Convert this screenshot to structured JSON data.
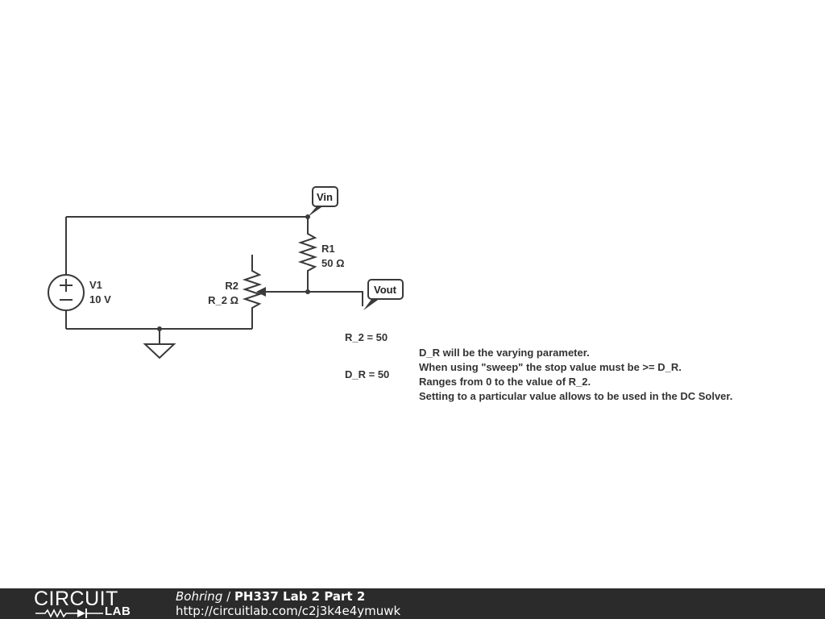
{
  "schematic": {
    "flags": {
      "vin": "Vin",
      "vout": "Vout"
    },
    "components": {
      "v1": {
        "name": "V1",
        "value": "10 V"
      },
      "r1": {
        "name": "R1",
        "value": "50 Ω"
      },
      "r2": {
        "name": "R2",
        "value": "R_2 Ω"
      }
    },
    "params": {
      "r2": "R_2 = 50",
      "dr": "D_R = 50"
    },
    "notes": [
      "D_R will be the varying parameter.",
      "When using \"sweep\" the stop value must be >= D_R.",
      "Ranges from 0 to the value of R_2.",
      "Setting to a particular value allows to be used in the DC Solver."
    ]
  },
  "footer": {
    "logo_top": "CIRCUIT",
    "logo_bottom": "LAB",
    "author": "Bohring",
    "separator": " / ",
    "project": "PH337 Lab 2 Part 2",
    "url": "http://circuitlab.com/c2j3k4e4ymuwk"
  },
  "colors": {
    "wire": "#3a3a3a",
    "footer_bg": "#2b2b2b",
    "text": "#333333"
  }
}
